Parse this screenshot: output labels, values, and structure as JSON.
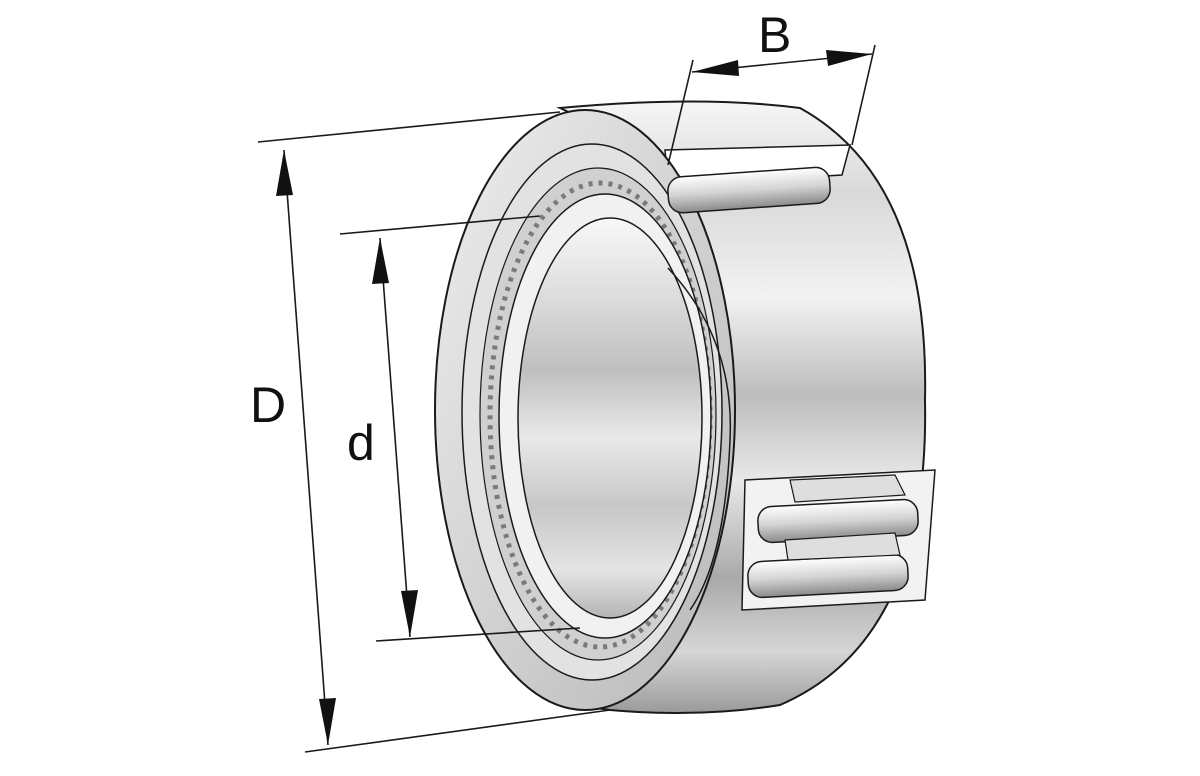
{
  "diagram": {
    "labels": {
      "width": "B",
      "outer_diameter": "D",
      "bore_diameter": "d"
    },
    "colors": {
      "line": "#1a1a1a",
      "steel_light": "#f4f4f4",
      "steel_mid": "#cfcfcf",
      "steel_dark": "#8e8e8e",
      "background": "#ffffff"
    }
  }
}
